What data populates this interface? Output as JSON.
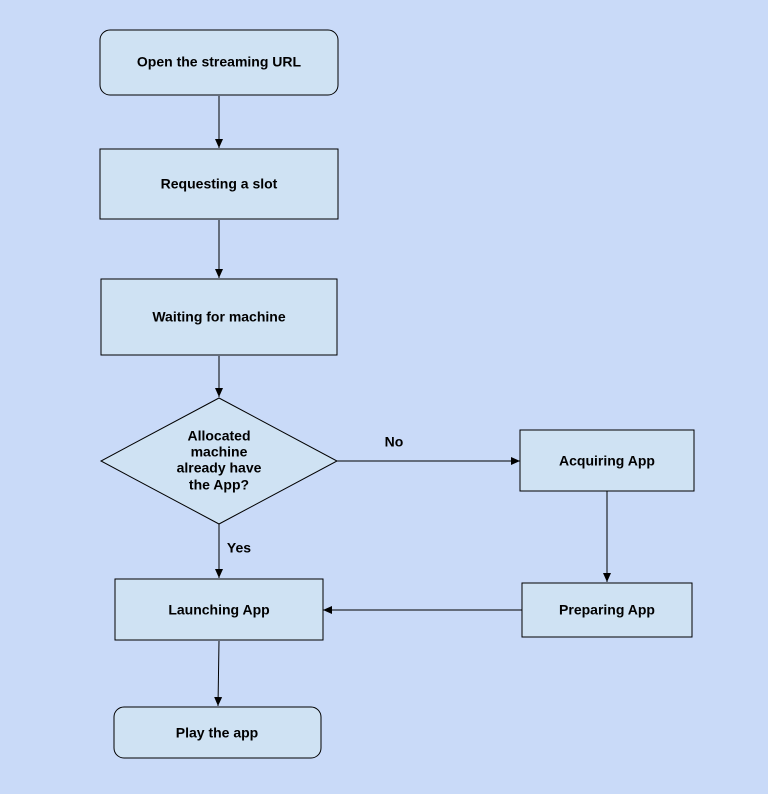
{
  "diagram": {
    "nodes": {
      "open_url": "Open the streaming URL",
      "requesting_slot": "Requesting a slot",
      "waiting_machine": "Waiting for machine",
      "decision": [
        "Allocated",
        "machine",
        "already have",
        "the App?"
      ],
      "acquiring_app": "Acquiring App",
      "preparing_app": "Preparing App",
      "launching_app": "Launching App",
      "play_app": "Play the app"
    },
    "edge_labels": {
      "no": "No",
      "yes": "Yes"
    },
    "colors": {
      "background": "#c9daf8",
      "node_fill": "#cfe2f3",
      "stroke": "#000000"
    }
  }
}
